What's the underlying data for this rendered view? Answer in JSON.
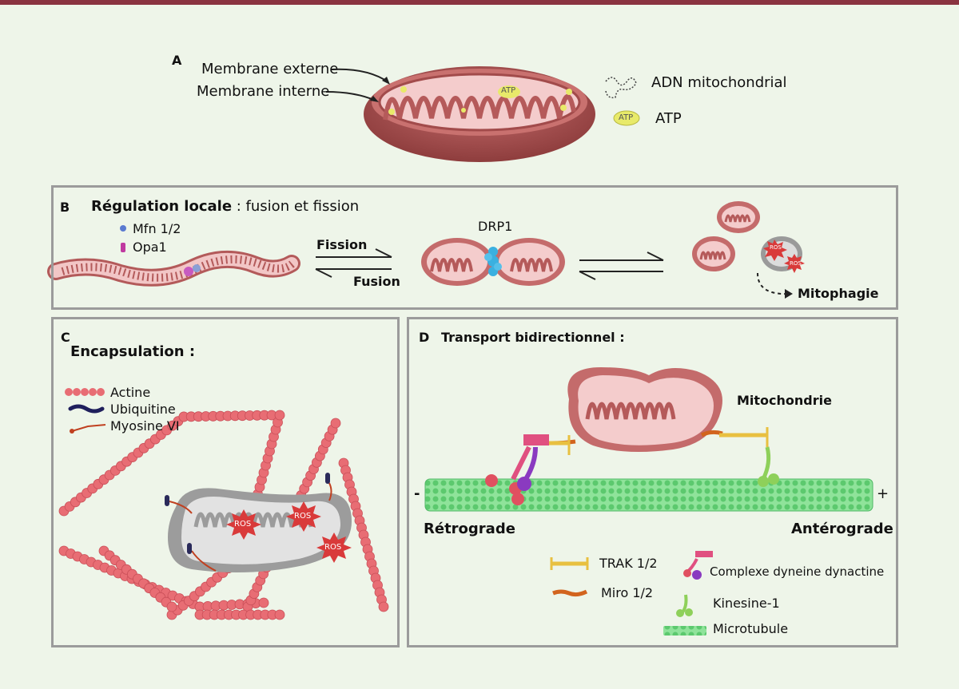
{
  "panelA": {
    "letter": "A",
    "outer_membrane": "Membrane externe",
    "inner_membrane": "Membrane interne",
    "atp_badge": "ATP",
    "legend_mtdna": "ADN mitochondrial",
    "legend_atp": "ATP"
  },
  "panelB": {
    "letter": "B",
    "title_bold": "Régulation locale",
    "title_rest": " : fusion et fission",
    "legend_mfn": "Mfn 1/2",
    "legend_opa": "Opa1",
    "fission": "Fission",
    "fusion": "Fusion",
    "drp1": "DRP1",
    "ros": "ROS",
    "mitophagy": "Mitophagie"
  },
  "panelC": {
    "letter": "C",
    "title": "Encapsulation :",
    "legend": [
      "Actine",
      "Ubiquitine",
      "Myosine VI"
    ],
    "ros": "ROS"
  },
  "panelD": {
    "letter": "D",
    "title": "Transport bidirectionnel :",
    "mitochondrion": "Mitochondrie",
    "minus": "-",
    "plus": "+",
    "retrograde": "Rétrograde",
    "anterograde": "Antérograde",
    "legend": {
      "trak": "TRAK 1/2",
      "miro": "Miro 1/2",
      "dynein": "Complexe dyneine dynactine",
      "kinesin": "Kinesine-1",
      "microtubule": "Microtubule"
    }
  },
  "colors": {
    "mito_outer": "#b35a5a",
    "mito_inner": "#f0c4c4",
    "actin": "#e86d74",
    "microtubule": "#7ee08a",
    "atp": "#e8ea6a",
    "ros": "#d93a3a",
    "panel_border": "#9b9b9b"
  }
}
